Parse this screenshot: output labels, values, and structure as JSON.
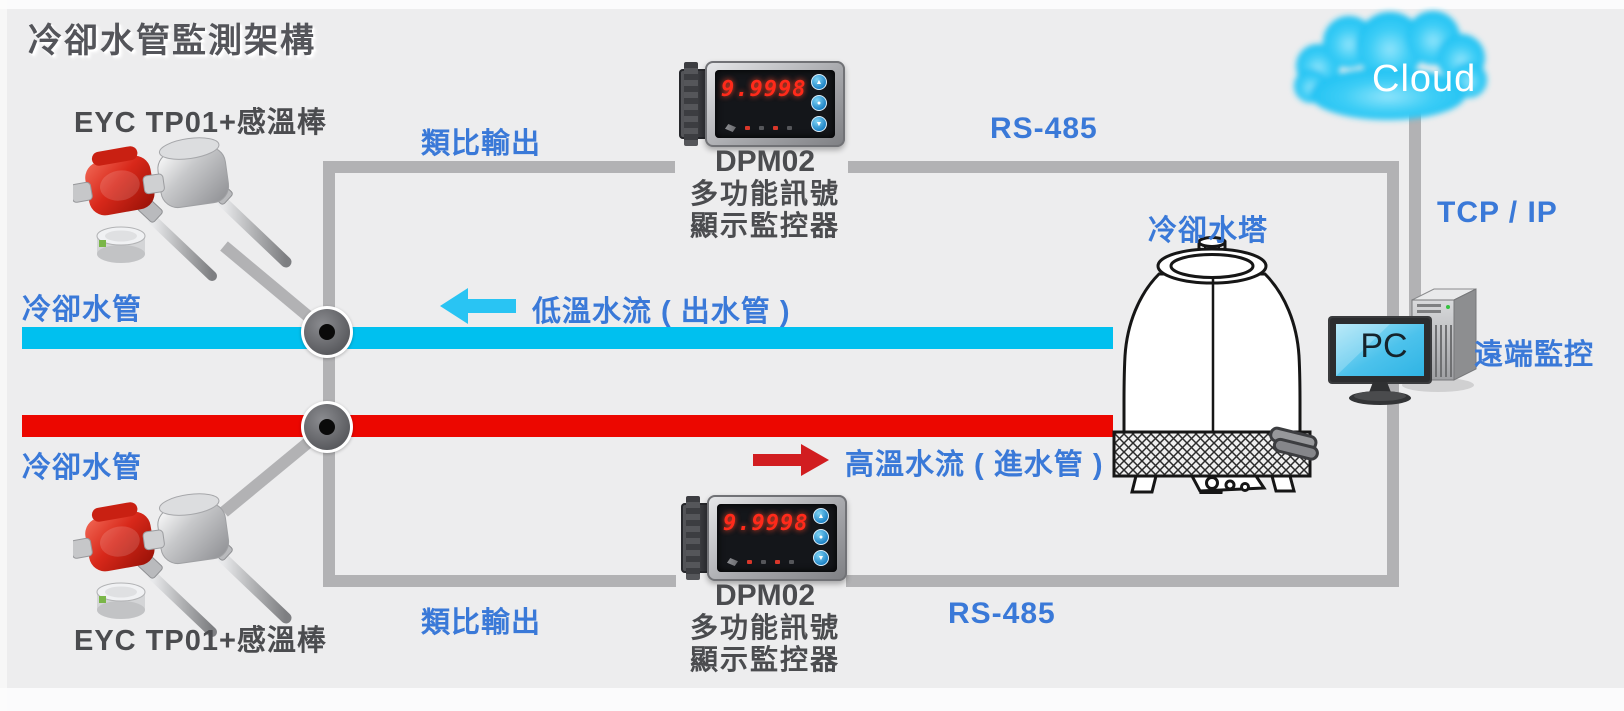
{
  "title": "冷卻水管監測架構",
  "colors": {
    "background": "#ededee",
    "label_blue": "#3a79d8",
    "label_gray": "#4b4c4f",
    "pipe_cold_cyan": "#00c0ef",
    "pipe_hot_red": "#ec0700",
    "connection_line_gray": "#b2b2b4",
    "cloud_cyan": "#2cc5f5",
    "dpm_digit_red": "#ff2a1a"
  },
  "sensors": {
    "top": {
      "label": "EYC TP01+感溫棒"
    },
    "bottom": {
      "label": "EYC TP01+感溫棒"
    }
  },
  "pipes": {
    "cold": {
      "label": "冷卻水管",
      "flow": "低溫水流 ( 出水管 )"
    },
    "hot": {
      "label": "冷卻水管",
      "flow": "高溫水流 ( 進水管 )"
    }
  },
  "links": {
    "analog_top": "類比輸出",
    "analog_bottom": "類比輸出",
    "rs485_top": "RS-485",
    "rs485_bottom": "RS-485",
    "tcpip": "TCP / IP"
  },
  "devices": {
    "dpm_top": {
      "model": "DPM02",
      "desc1": "多功能訊號",
      "desc2": "顯示監控器",
      "display": "9.9998"
    },
    "dpm_bottom": {
      "model": "DPM02",
      "desc1": "多功能訊號",
      "desc2": "顯示監控器",
      "display": "9.9998"
    }
  },
  "cloud": {
    "label": "Cloud"
  },
  "tower": {
    "label": "冷卻水塔"
  },
  "pc": {
    "screen": "PC",
    "label": "遠端監控"
  },
  "icons": {
    "dpm_up": "▲",
    "dpm_set": "●",
    "dpm_down": "▼"
  }
}
